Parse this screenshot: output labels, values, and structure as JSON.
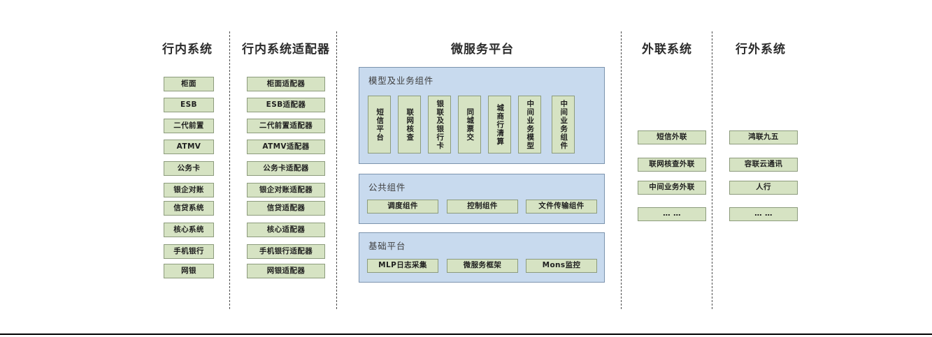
{
  "columns": {
    "internal": {
      "title": "行内系统",
      "items": [
        "柜面",
        "ESB",
        "二代前置",
        "ATMV",
        "公务卡",
        "银企对账",
        "信贷系统",
        "核心系统",
        "手机银行",
        "网银"
      ]
    },
    "internal_adapter": {
      "title": "行内系统适配器",
      "items": [
        "柜面适配器",
        "ESB适配器",
        "二代前置适配器",
        "ATMV适配器",
        "公务卡适配器",
        "银企对账适配器",
        "信贷适配器",
        "核心适配器",
        "手机银行适配器",
        "网银适配器"
      ]
    },
    "platform": {
      "title": "微服务平台",
      "panels": [
        {
          "label": "模型及业务组件",
          "orientation": "vertical",
          "items": [
            "短信平台",
            "联网核查",
            "银联及银行卡",
            "同城票交",
            "城商行清算",
            "中间业务模型",
            "中间业务组件"
          ]
        },
        {
          "label": "公共组件",
          "orientation": "horizontal",
          "items": [
            "调度组件",
            "控制组件",
            "文件传输组件"
          ]
        },
        {
          "label": "基础平台",
          "orientation": "horizontal",
          "items": [
            "MLP日志采集",
            "微服务框架",
            "Mons监控"
          ]
        }
      ]
    },
    "external_link": {
      "title": "外联系统",
      "items": [
        "短信外联",
        "联网核查外联",
        "中间业务外联",
        "… …"
      ]
    },
    "outside_bank": {
      "title": "行外系统",
      "items": [
        "鸿联九五",
        "容联云通讯",
        "人行",
        "… …"
      ]
    }
  },
  "colors": {
    "node_fill": "#d6e3c3",
    "node_border": "#8c9b7c",
    "panel_fill": "#c8daee",
    "panel_border": "#7b93ad",
    "divider": "#4d4d4d",
    "title_text": "#2b2b2b"
  }
}
